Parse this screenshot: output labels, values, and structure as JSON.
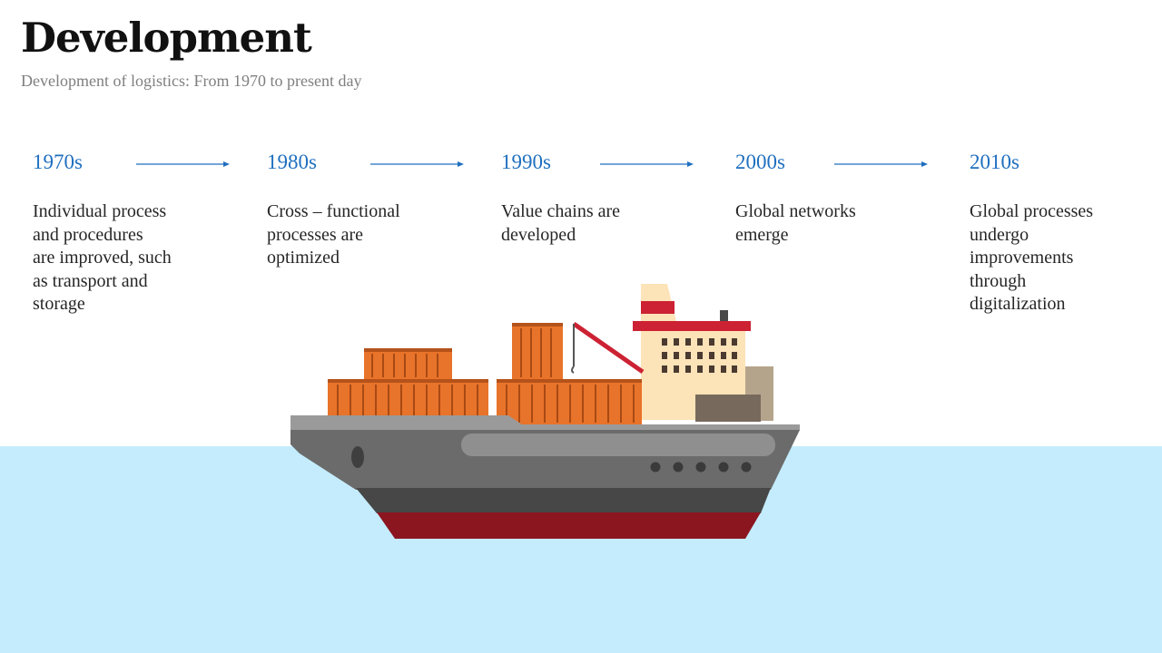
{
  "title": "Development",
  "subtitle": "Development of logistics: From 1970 to present day",
  "timeline": [
    {
      "decade": "1970s",
      "text": "Individual process\nand procedures\nare improved, such\nas transport and\nstorage"
    },
    {
      "decade": "1980s",
      "text": "Cross – functional\nprocesses are\noptimized"
    },
    {
      "decade": "1990s",
      "text": "Value chains are\ndeveloped"
    },
    {
      "decade": "2000s",
      "text": "Global networks\nemerge"
    },
    {
      "decade": "2010s",
      "text": "Global processes\nundergo\nimprovements\nthrough\ndigitalization"
    }
  ],
  "colors": {
    "accent": "#1f6fbf",
    "water": "#c4ecfd",
    "hull": "#6b6b6b",
    "hull_bottom": "#8b1620",
    "container": "#e8732a",
    "cabin": "#fde3b8",
    "stripe": "#cc2233"
  }
}
